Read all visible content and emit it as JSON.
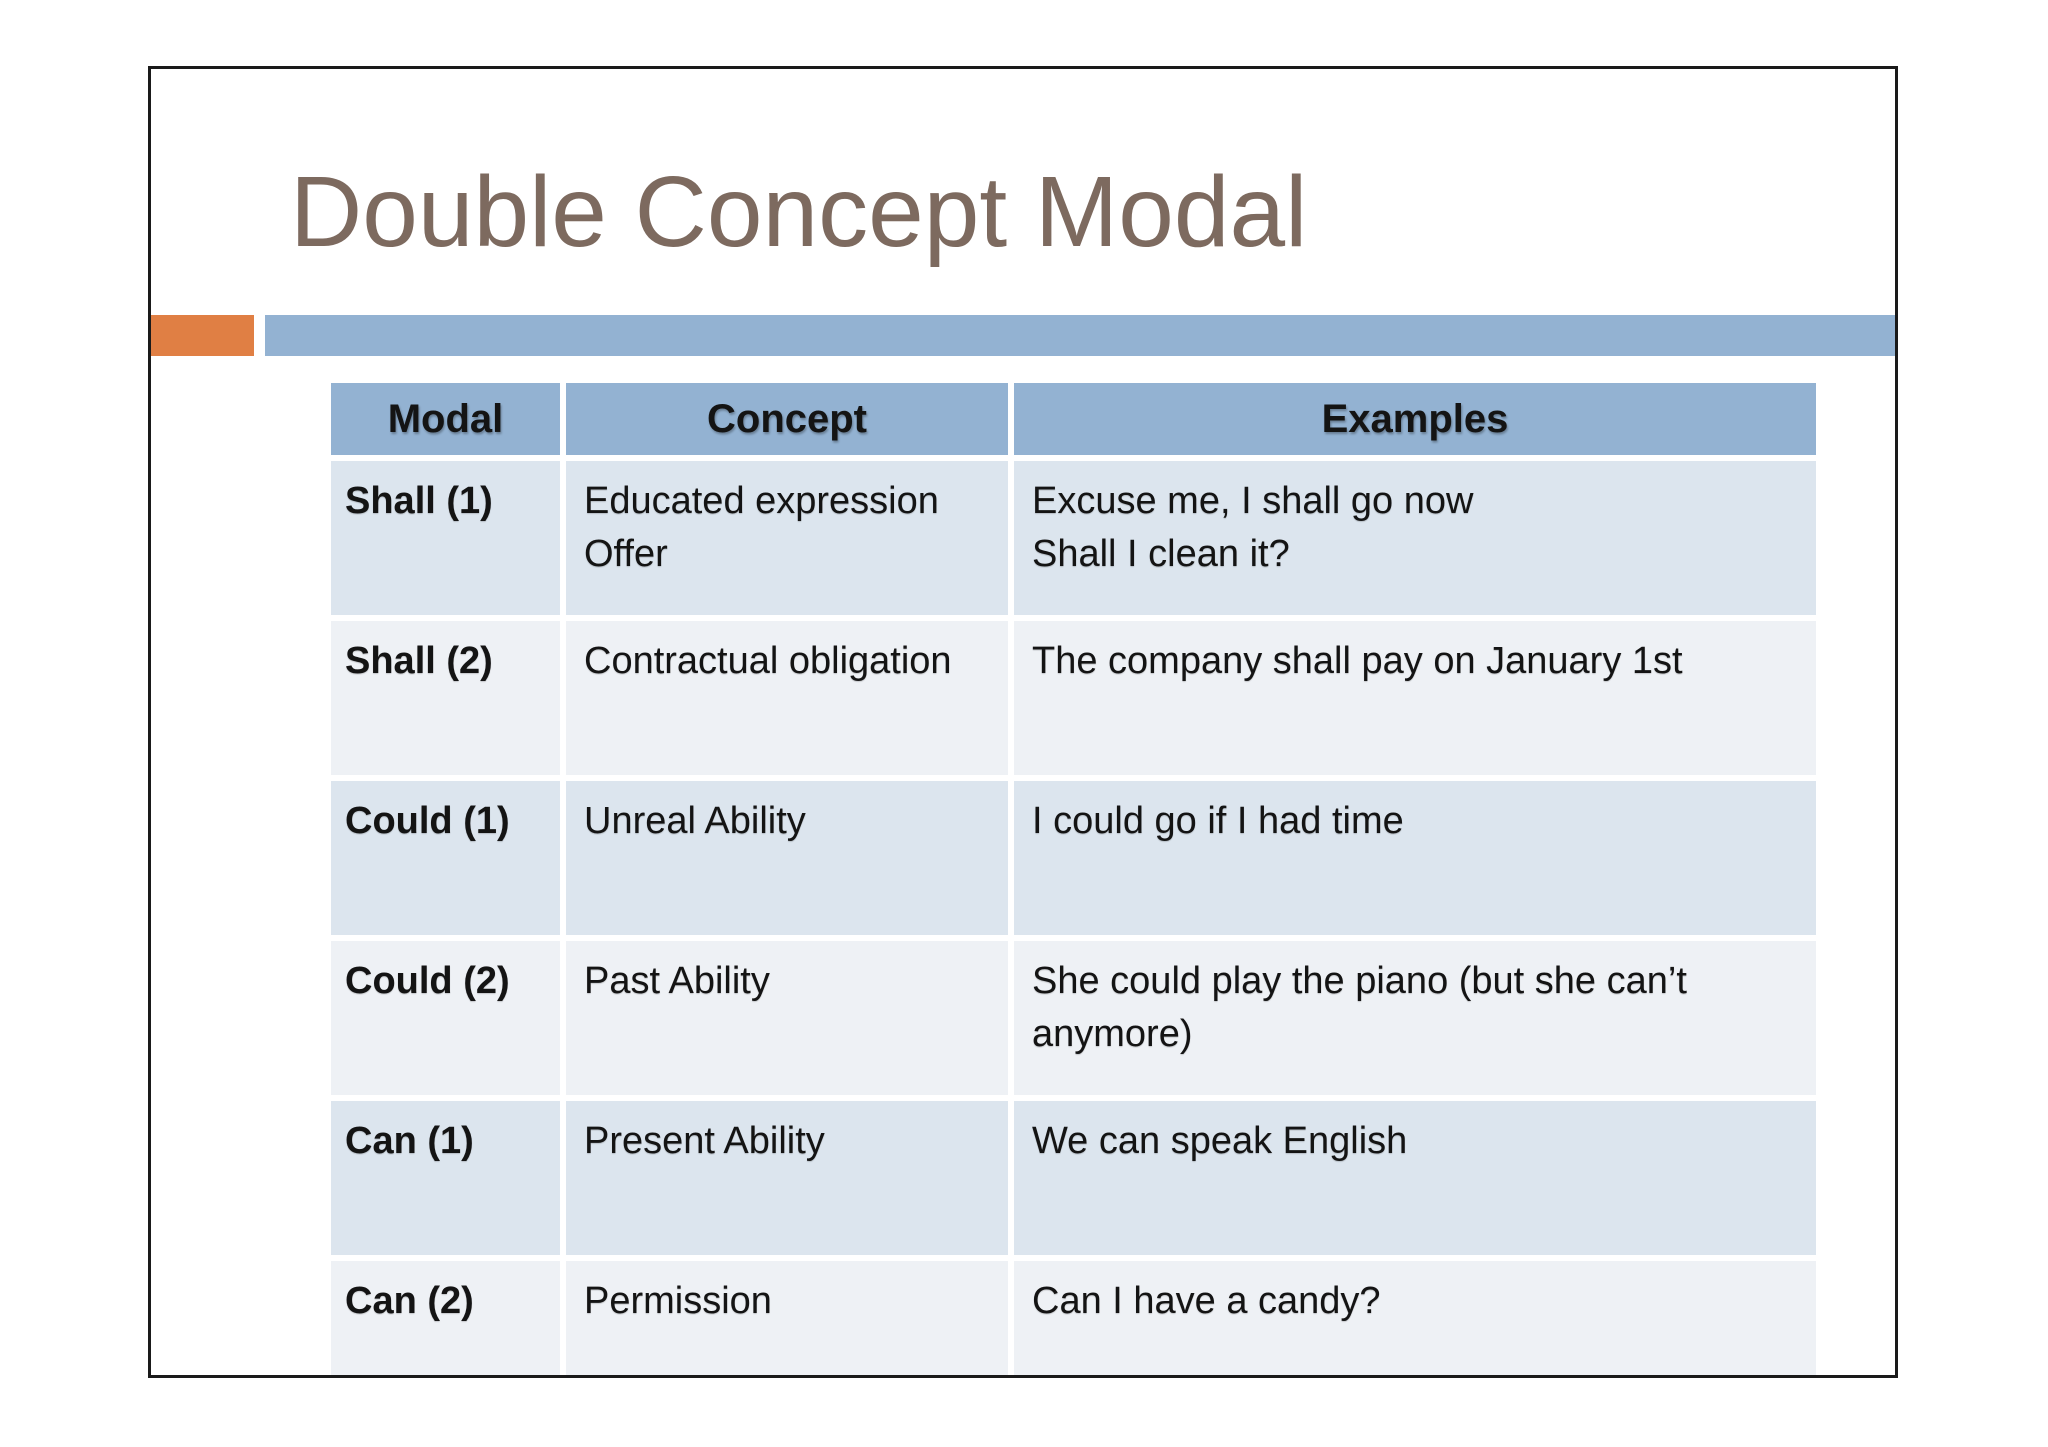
{
  "slide": {
    "title": "Double Concept Modal",
    "colors": {
      "title_text": "#7d6a5f",
      "accent_orange": "#e07f44",
      "accent_blue": "#93b2d2",
      "row_odd": "#dce5ee",
      "row_even": "#eef1f5",
      "frame_border": "#1a1a1a"
    },
    "table": {
      "headers": [
        "Modal",
        "Concept",
        "Examples"
      ],
      "rows": [
        {
          "modal": "Shall (1)",
          "concept": "Educated expression\nOffer",
          "examples": "Excuse me, I shall go now\nShall I clean it?"
        },
        {
          "modal": "Shall (2)",
          "concept": "Contractual obligation",
          "examples": "The company shall pay on January 1st"
        },
        {
          "modal": "Could (1)",
          "concept": "Unreal Ability",
          "examples": "I could go if I had time"
        },
        {
          "modal": "Could (2)",
          "concept": "Past Ability",
          "examples": "She could play the piano (but she can’t anymore)"
        },
        {
          "modal": "Can (1)",
          "concept": "Present Ability",
          "examples": "We can speak English"
        },
        {
          "modal": "Can (2)",
          "concept": "Permission",
          "examples": "Can I have a candy?"
        }
      ]
    }
  }
}
